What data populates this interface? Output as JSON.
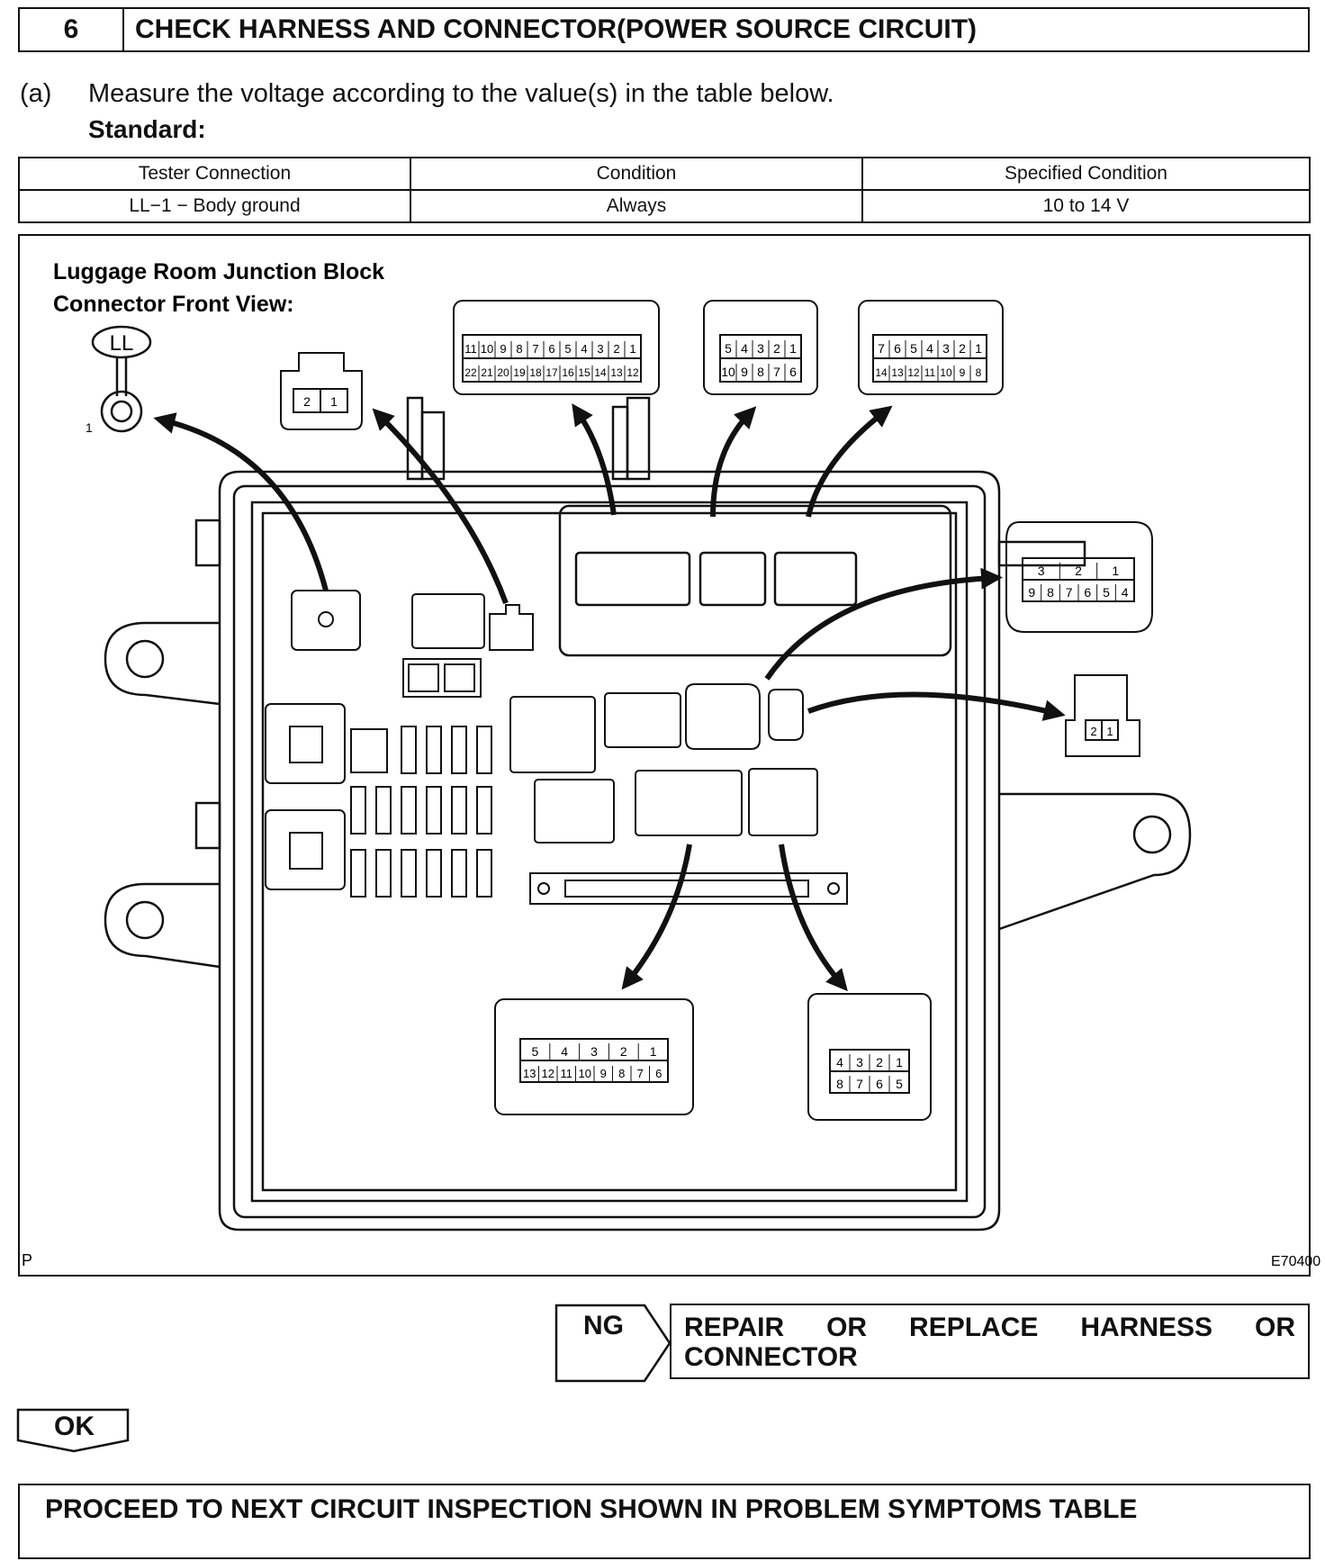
{
  "step": {
    "number": "6",
    "title": "CHECK HARNESS AND CONNECTOR(POWER SOURCE CIRCUIT)"
  },
  "instruction": {
    "label": "(a)",
    "text": "Measure the voltage according to the value(s) in the table below.",
    "standard": "Standard:"
  },
  "spec_table": {
    "headers": [
      "Tester Connection",
      "Condition",
      "Specified Condition"
    ],
    "rows": [
      [
        "LL−1 − Body ground",
        "Always",
        "10 to 14 V"
      ]
    ]
  },
  "diagram": {
    "title_line1": "Luggage Room Junction Block",
    "title_line2": "Connector Front View:",
    "connector_id": "LL",
    "terminal": "1",
    "corner_left": "P",
    "figure_id": "E70400",
    "conn_2pin_top": [
      "2",
      "1"
    ],
    "conn_22_row1": [
      "11",
      "10",
      "9",
      "8",
      "7",
      "6",
      "5",
      "4",
      "3",
      "2",
      "1"
    ],
    "conn_22_row2": [
      "22",
      "21",
      "20",
      "19",
      "18",
      "17",
      "16",
      "15",
      "14",
      "13",
      "12"
    ],
    "conn_10_row1": [
      "5",
      "4",
      "3",
      "2",
      "1"
    ],
    "conn_10_row2": [
      "10",
      "9",
      "8",
      "7",
      "6"
    ],
    "conn_14_row1": [
      "7",
      "6",
      "5",
      "4",
      "3",
      "2",
      "1"
    ],
    "conn_14_row2": [
      "14",
      "13",
      "12",
      "11",
      "10",
      "9",
      "8"
    ],
    "conn_9_row1": [
      "3",
      "2",
      "1"
    ],
    "conn_9_row2": [
      "9",
      "8",
      "7",
      "6",
      "5",
      "4"
    ],
    "conn_2pin_right": [
      "2",
      "1"
    ],
    "conn_13_row1": [
      "5",
      "4",
      "3",
      "2",
      "1"
    ],
    "conn_13_row2": [
      "13",
      "12",
      "11",
      "10",
      "9",
      "8",
      "7",
      "6"
    ],
    "conn_8_row1": [
      "4",
      "3",
      "2",
      "1"
    ],
    "conn_8_row2": [
      "8",
      "7",
      "6",
      "5"
    ]
  },
  "ng": {
    "label": "NG",
    "action_words": [
      "REPAIR",
      "OR",
      "REPLACE",
      "HARNESS",
      "OR"
    ],
    "action_line2": "CONNECTOR"
  },
  "ok": {
    "label": "OK"
  },
  "proceed": "PROCEED TO NEXT CIRCUIT INSPECTION SHOWN IN PROBLEM SYMPTOMS TABLE"
}
